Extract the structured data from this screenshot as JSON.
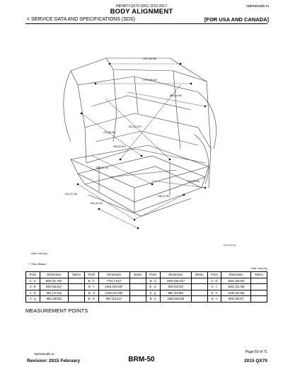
{
  "header": {
    "model_line": "INFINITI QX70 (S51) 2013-2017",
    "site": "repmanuals.ru",
    "title": "BODY ALIGNMENT",
    "section": "< SERVICE DATA AND SPECIFICATIONS (SDS)",
    "region": "[FOR USA AND CANADA]"
  },
  "diagram": {
    "labels": {
      "l1": "1627 (64.06)",
      "l2": "1787 (68.62)*",
      "l3": "865 (34.06)",
      "l4": "719 (28.31)*",
      "l5": "812 (31.97)*",
      "l6": "835 (32.87)*",
      "l7": "628 (24.72)",
      "l8": "978 (38.50)",
      "l9": "941 (37.05)",
      "l10": "445 (17.52)",
      "l11": "844 (33.23)"
    },
    "code": "JSKIA0001ZZ"
  },
  "unit_left": "Unit: mm (in)",
  "side_note": "*: This offroad",
  "unit_right": "Unit: mm (in)",
  "table": {
    "headers": [
      "Point",
      "Dimension",
      "Memo",
      "Point",
      "Dimension",
      "Memo",
      "Point",
      "Dimension",
      "Memo",
      "Point",
      "Dimension",
      "Memo"
    ],
    "rows": [
      [
        "A - C",
        "806 (31.73)*",
        "",
        "B - C",
        "779 (7.51)*",
        "",
        "B - a",
        "1692 (66.22)*",
        "",
        "b - D",
        "1651 (65.00)",
        ""
      ],
      [
        "A - E",
        "930 (36.61)*",
        "",
        "B - c",
        "1601 (63.03)*",
        "",
        "B - G",
        "849 (33.43)",
        "",
        "C - c",
        "1561 (61.46)",
        ""
      ],
      [
        "A - D",
        "961 (37.83)",
        "",
        "B - d",
        "1316 (51.69)*",
        "",
        "b - g",
        "860 (33.86)",
        "",
        "E - e",
        "1335 (52.56)",
        ""
      ],
      [
        "A - g",
        "986 (38.83)",
        "",
        "B - E",
        "587 (23.11)*",
        "",
        "B - g",
        "1653 (65.08)",
        "",
        "N - n",
        "908 (35.67)",
        ""
      ]
    ]
  },
  "measurement_points": "MEASUREMENT POINTS",
  "footer": {
    "site": "repmanuals.ru",
    "page": "Page 50 of 71",
    "revision": "Revision: 2015 February",
    "code": "BRM-50",
    "model": "2015 QX70"
  },
  "colors": {
    "text": "#000000",
    "line": "#333333"
  }
}
